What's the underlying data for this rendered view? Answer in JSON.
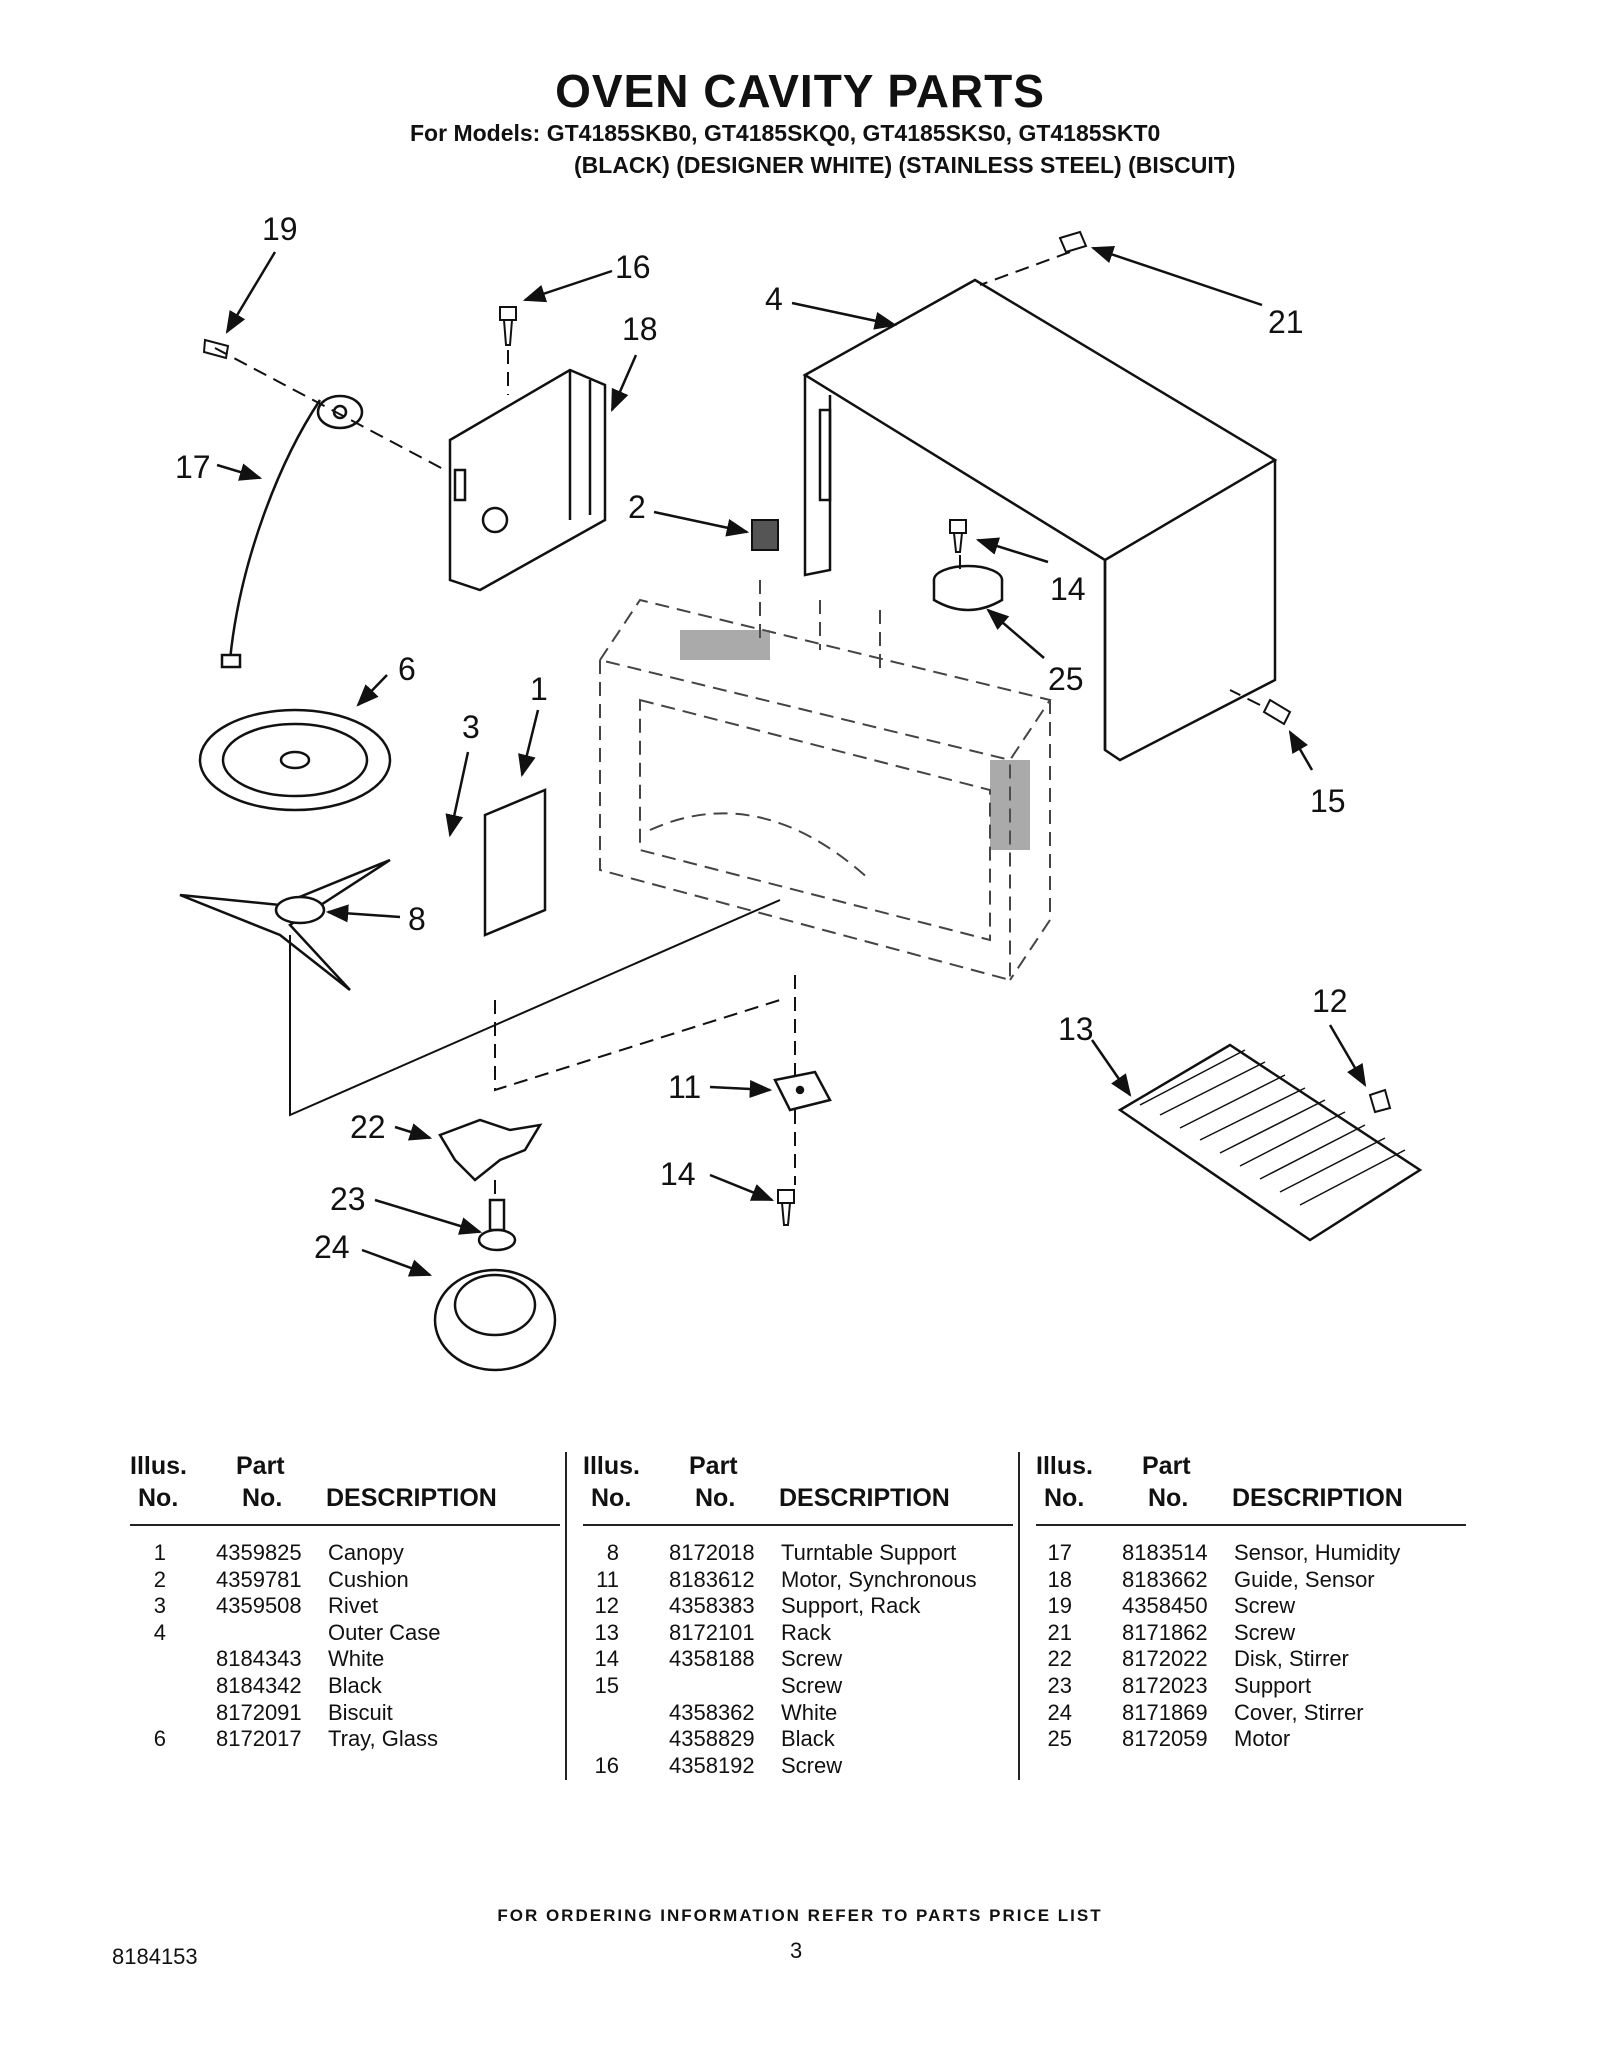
{
  "header": {
    "title": "OVEN CAVITY PARTS",
    "models": "For Models: GT4185SKB0, GT4185SKQ0, GT4185SKS0, GT4185SKT0",
    "colors": "(BLACK) (DESIGNER WHITE) (STAINLESS STEEL) (BISCUIT)"
  },
  "diagram": {
    "callouts": [
      "19",
      "16",
      "18",
      "4",
      "21",
      "17",
      "2",
      "14",
      "25",
      "6",
      "3",
      "1",
      "15",
      "8",
      "12",
      "13",
      "11",
      "22",
      "14",
      "23",
      "24"
    ]
  },
  "table": {
    "headers": {
      "illus_top": "Illus.",
      "illus_bottom": "No.",
      "part_top": "Part",
      "part_bottom": "No.",
      "description": "DESCRIPTION"
    },
    "columns": [
      [
        {
          "illus": "1",
          "part": "4359825",
          "desc": "Canopy"
        },
        {
          "illus": "2",
          "part": "4359781",
          "desc": "Cushion"
        },
        {
          "illus": "3",
          "part": "4359508",
          "desc": "Rivet"
        },
        {
          "illus": "4",
          "part": "",
          "desc": "Outer Case"
        },
        {
          "illus": "",
          "part": "8184343",
          "desc": "White"
        },
        {
          "illus": "",
          "part": "8184342",
          "desc": "Black"
        },
        {
          "illus": "",
          "part": "8172091",
          "desc": "Biscuit"
        },
        {
          "illus": "6",
          "part": "8172017",
          "desc": "Tray, Glass"
        }
      ],
      [
        {
          "illus": "8",
          "part": "8172018",
          "desc": "Turntable Support"
        },
        {
          "illus": "11",
          "part": "8183612",
          "desc": "Motor, Synchronous"
        },
        {
          "illus": "12",
          "part": "4358383",
          "desc": "Support, Rack"
        },
        {
          "illus": "13",
          "part": "8172101",
          "desc": "Rack"
        },
        {
          "illus": "14",
          "part": "4358188",
          "desc": "Screw"
        },
        {
          "illus": "15",
          "part": "",
          "desc": "Screw"
        },
        {
          "illus": "",
          "part": "4358362",
          "desc": "White"
        },
        {
          "illus": "",
          "part": "4358829",
          "desc": "Black"
        },
        {
          "illus": "16",
          "part": "4358192",
          "desc": "Screw"
        }
      ],
      [
        {
          "illus": "17",
          "part": "8183514",
          "desc": "Sensor, Humidity"
        },
        {
          "illus": "18",
          "part": "8183662",
          "desc": "Guide, Sensor"
        },
        {
          "illus": "19",
          "part": "4358450",
          "desc": "Screw"
        },
        {
          "illus": "21",
          "part": "8171862",
          "desc": "Screw"
        },
        {
          "illus": "22",
          "part": "8172022",
          "desc": "Disk, Stirrer"
        },
        {
          "illus": "23",
          "part": "8172023",
          "desc": "Support"
        },
        {
          "illus": "24",
          "part": "8171869",
          "desc": "Cover, Stirrer"
        },
        {
          "illus": "25",
          "part": "8172059",
          "desc": "Motor"
        }
      ]
    ]
  },
  "footer": {
    "ordering_note": "FOR ORDERING INFORMATION REFER TO PARTS PRICE LIST",
    "doc_number": "8184153",
    "page_number": "3"
  }
}
